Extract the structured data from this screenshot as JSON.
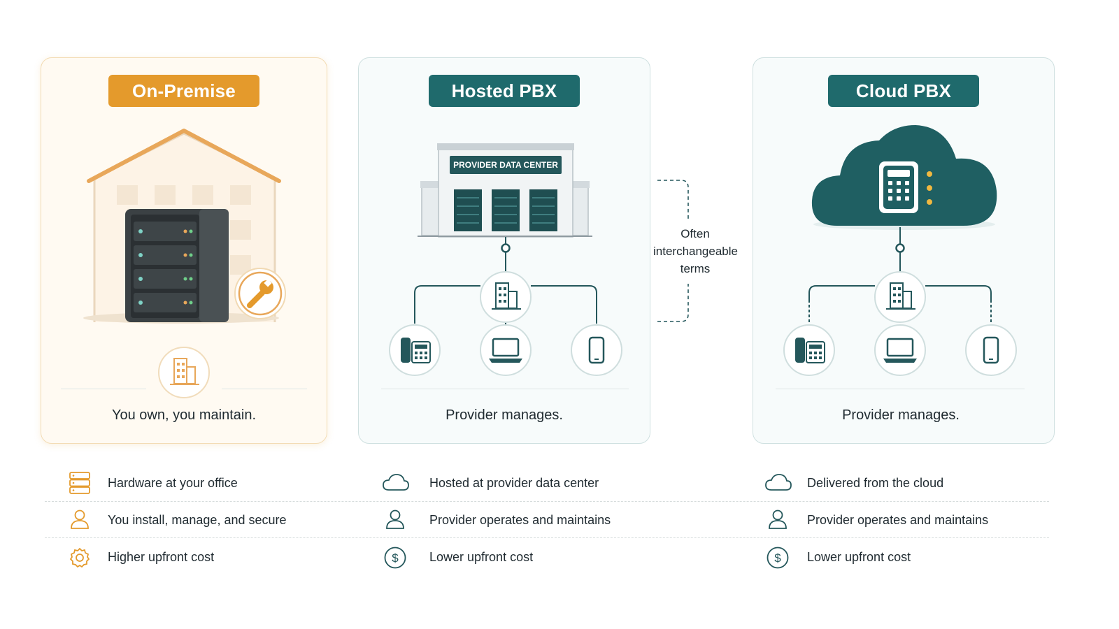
{
  "columns": [
    {
      "title": "On-Premise",
      "caption": "You own, you maintain."
    },
    {
      "title": "Hosted PBX",
      "caption": "Provider manages.",
      "building_sign": "PROVIDER DATA CENTER"
    },
    {
      "title": "Cloud PBX",
      "caption": "Provider manages."
    }
  ],
  "bracket_note": [
    "Often",
    "interchangeable",
    "terms"
  ],
  "features": [
    {
      "icon": "server-stack-icon",
      "text": "Hardware at your office"
    },
    {
      "icon": "user-icon",
      "text": "You install, manage, and secure"
    },
    {
      "icon": "gear-icon",
      "text": "Higher upfront cost"
    },
    {
      "icon": "cloud-icon",
      "text": "Hosted at provider data center"
    },
    {
      "icon": "user-icon",
      "text": "Provider operates and maintains"
    },
    {
      "icon": "dollar-icon",
      "text": "Lower upfront cost"
    },
    {
      "icon": "cloud-icon",
      "text": "Delivered from the cloud"
    },
    {
      "icon": "user-icon",
      "text": "Provider operates and maintains"
    },
    {
      "icon": "dollar-icon",
      "text": "Lower upfront cost"
    }
  ],
  "colors": {
    "orange": "#e49a2c",
    "teal": "#1f6a6c",
    "dark": "#2f3437"
  }
}
